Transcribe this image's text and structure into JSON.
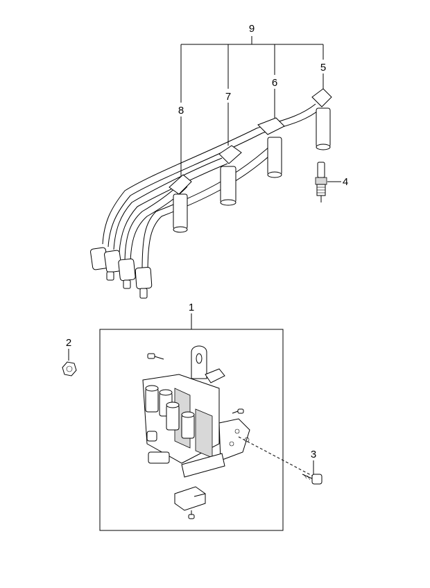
{
  "callouts": {
    "c1": "1",
    "c2": "2",
    "c3": "3",
    "c4": "4",
    "c5": "5",
    "c6": "6",
    "c7": "7",
    "c8": "8",
    "c9": "9"
  },
  "icons": [
    "ignition-coil",
    "spark-plug",
    "spark-plug-cable-set",
    "bolt",
    "nut"
  ]
}
